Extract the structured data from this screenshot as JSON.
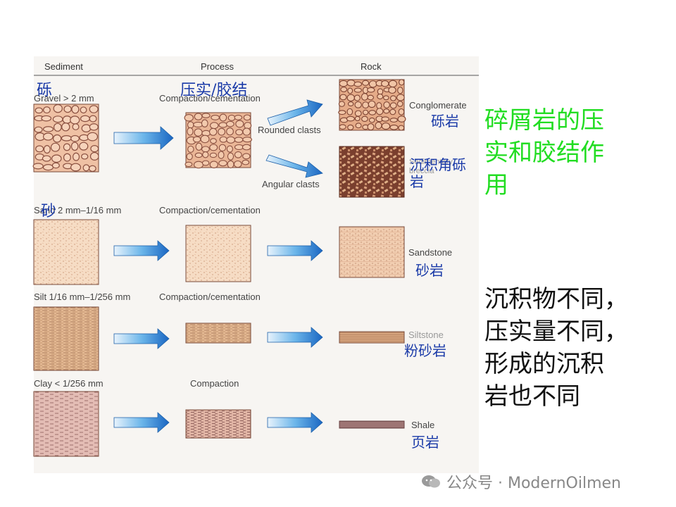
{
  "headers": {
    "sediment": "Sediment",
    "process": "Process",
    "rock": "Rock"
  },
  "rows": {
    "gravel": {
      "label": "Gravel > 2 mm",
      "cn": "砾",
      "process": "Compaction/cementation",
      "process_cn": "压实/胶结",
      "rounded": "Rounded clasts",
      "angular": "Angular clasts",
      "rock1": "Conglomerate",
      "rock1_cn": "砾岩",
      "rock2": "Sedimentary breccia",
      "rock2_cn": "沉积角砾岩"
    },
    "sand": {
      "label": "Sand 2 mm–1/16 mm",
      "cn": "砂",
      "process": "Compaction/cementation",
      "rock": "Sandstone",
      "rock_cn": "砂岩"
    },
    "silt": {
      "label": "Silt 1/16 mm–1/256 mm",
      "process": "Compaction/cementation",
      "rock": "Siltstone",
      "rock_cn": "粉砂岩"
    },
    "clay": {
      "label": "Clay < 1/256 mm",
      "process": "Compaction",
      "rock": "Shale",
      "rock_cn": "页岩"
    }
  },
  "side": {
    "title": "碎屑岩的压\n实和胶结作\n用",
    "note": "沉积物不同，\n压实量不同，\n形成的沉积\n岩也不同"
  },
  "watermark": "公众号 · ModernOilmen",
  "colors": {
    "title": "#22dd22",
    "note": "#111111",
    "cn": "#1a3aa8",
    "arrow": "#2a7fd0"
  }
}
